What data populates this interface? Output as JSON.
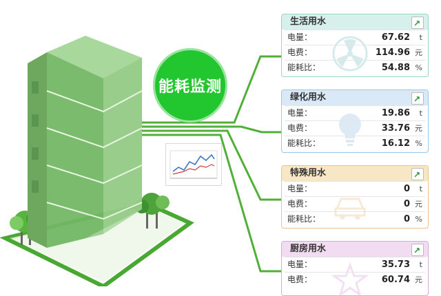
{
  "badge_title": "能耗监测",
  "panels": [
    {
      "title": "生活用水",
      "icon": "fan-icon",
      "rows": [
        {
          "label": "电量：",
          "value": "67.62",
          "unit": "t"
        },
        {
          "label": "电费：",
          "value": "114.96",
          "unit": "元"
        },
        {
          "label": "能耗比：",
          "value": "54.88",
          "unit": "%"
        }
      ]
    },
    {
      "title": "绿化用水",
      "icon": "lightbulb-icon",
      "rows": [
        {
          "label": "电量：",
          "value": "19.86",
          "unit": "t"
        },
        {
          "label": "电费：",
          "value": "33.76",
          "unit": "元"
        },
        {
          "label": "能耗比：",
          "value": "16.12",
          "unit": "%"
        }
      ]
    },
    {
      "title": "特殊用水",
      "icon": "car-icon",
      "rows": [
        {
          "label": "电量：",
          "value": "0",
          "unit": "t"
        },
        {
          "label": "电费：",
          "value": "0",
          "unit": "元"
        },
        {
          "label": "能耗比：",
          "value": "0",
          "unit": "%"
        }
      ]
    },
    {
      "title": "厨房用水",
      "icon": "star-icon",
      "rows": [
        {
          "label": "电量：",
          "value": "35.73",
          "unit": "t"
        },
        {
          "label": "电费：",
          "value": "60.74",
          "unit": "元"
        }
      ]
    }
  ],
  "colors": {
    "green": "#22c62e",
    "line": "#4faf36"
  }
}
